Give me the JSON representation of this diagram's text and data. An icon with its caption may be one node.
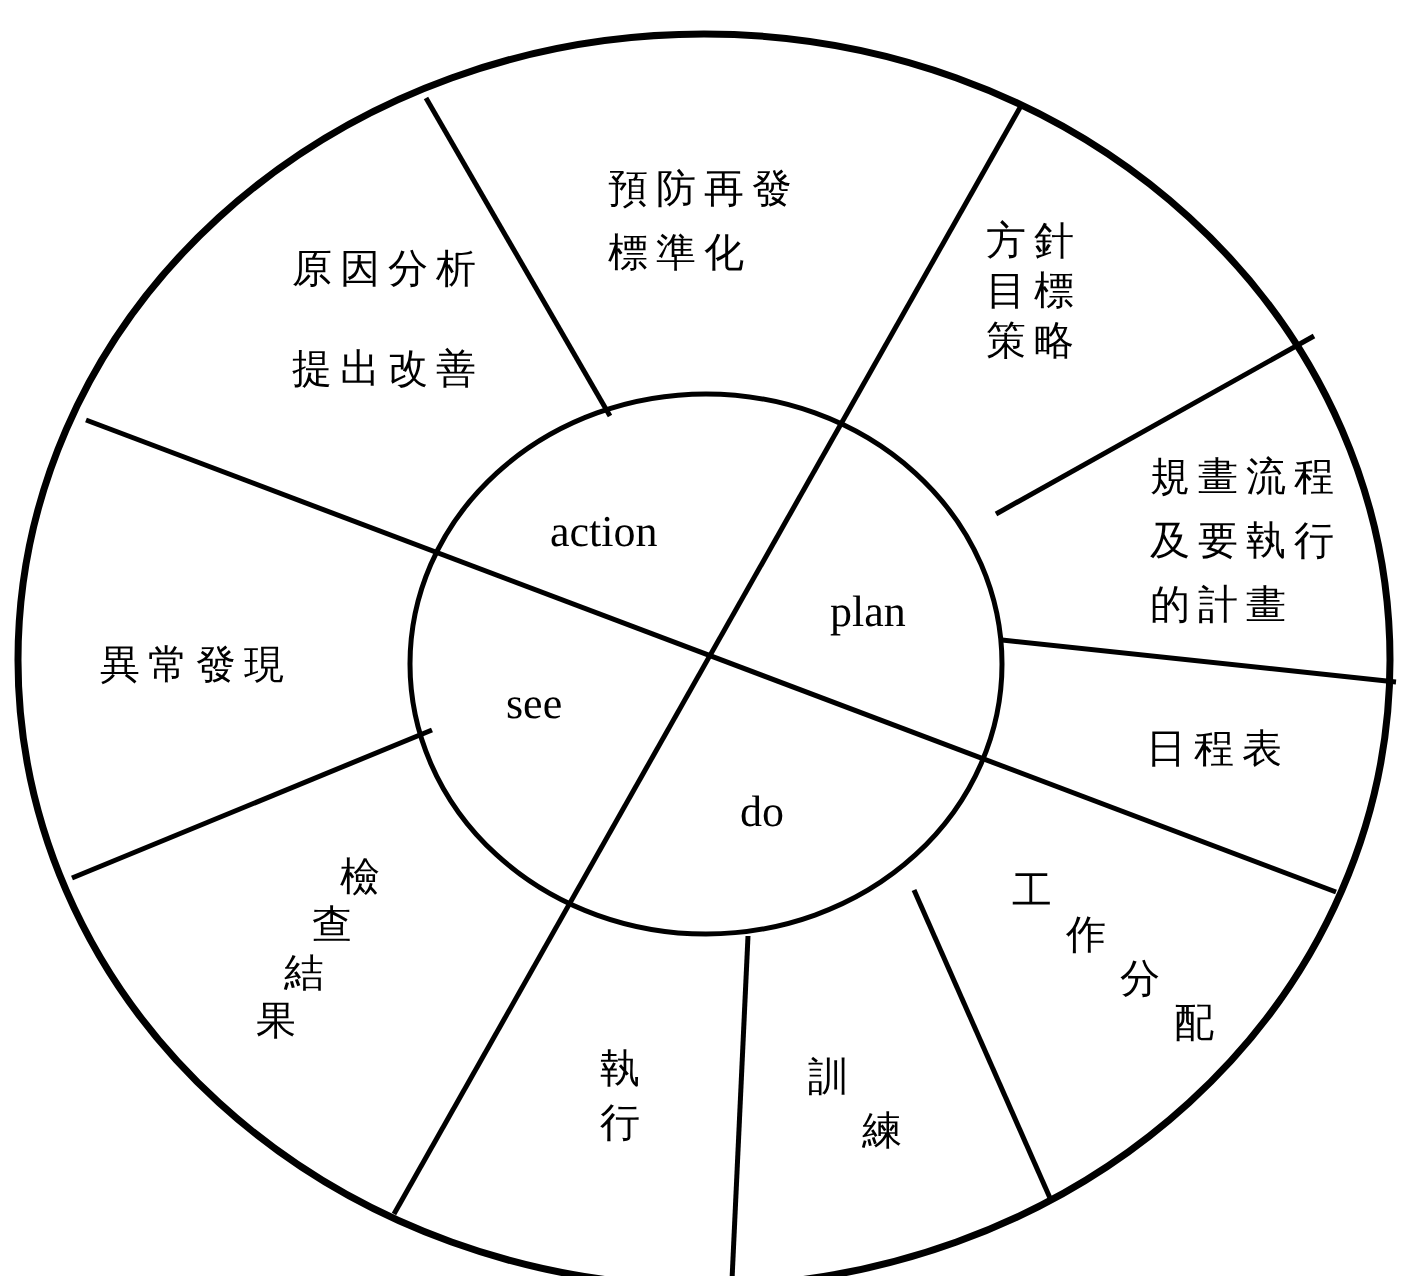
{
  "diagram": {
    "labels": [
      "預防再發標準化",
      "原因分析",
      "方針目標策略",
      "提出改善",
      "規畫流程及要執行的計畫",
      "action",
      "異常發現",
      "plan",
      "see",
      "日程表",
      "do",
      "檢查結果",
      "工作分配",
      "執行",
      "訓練"
    ]
  }
}
